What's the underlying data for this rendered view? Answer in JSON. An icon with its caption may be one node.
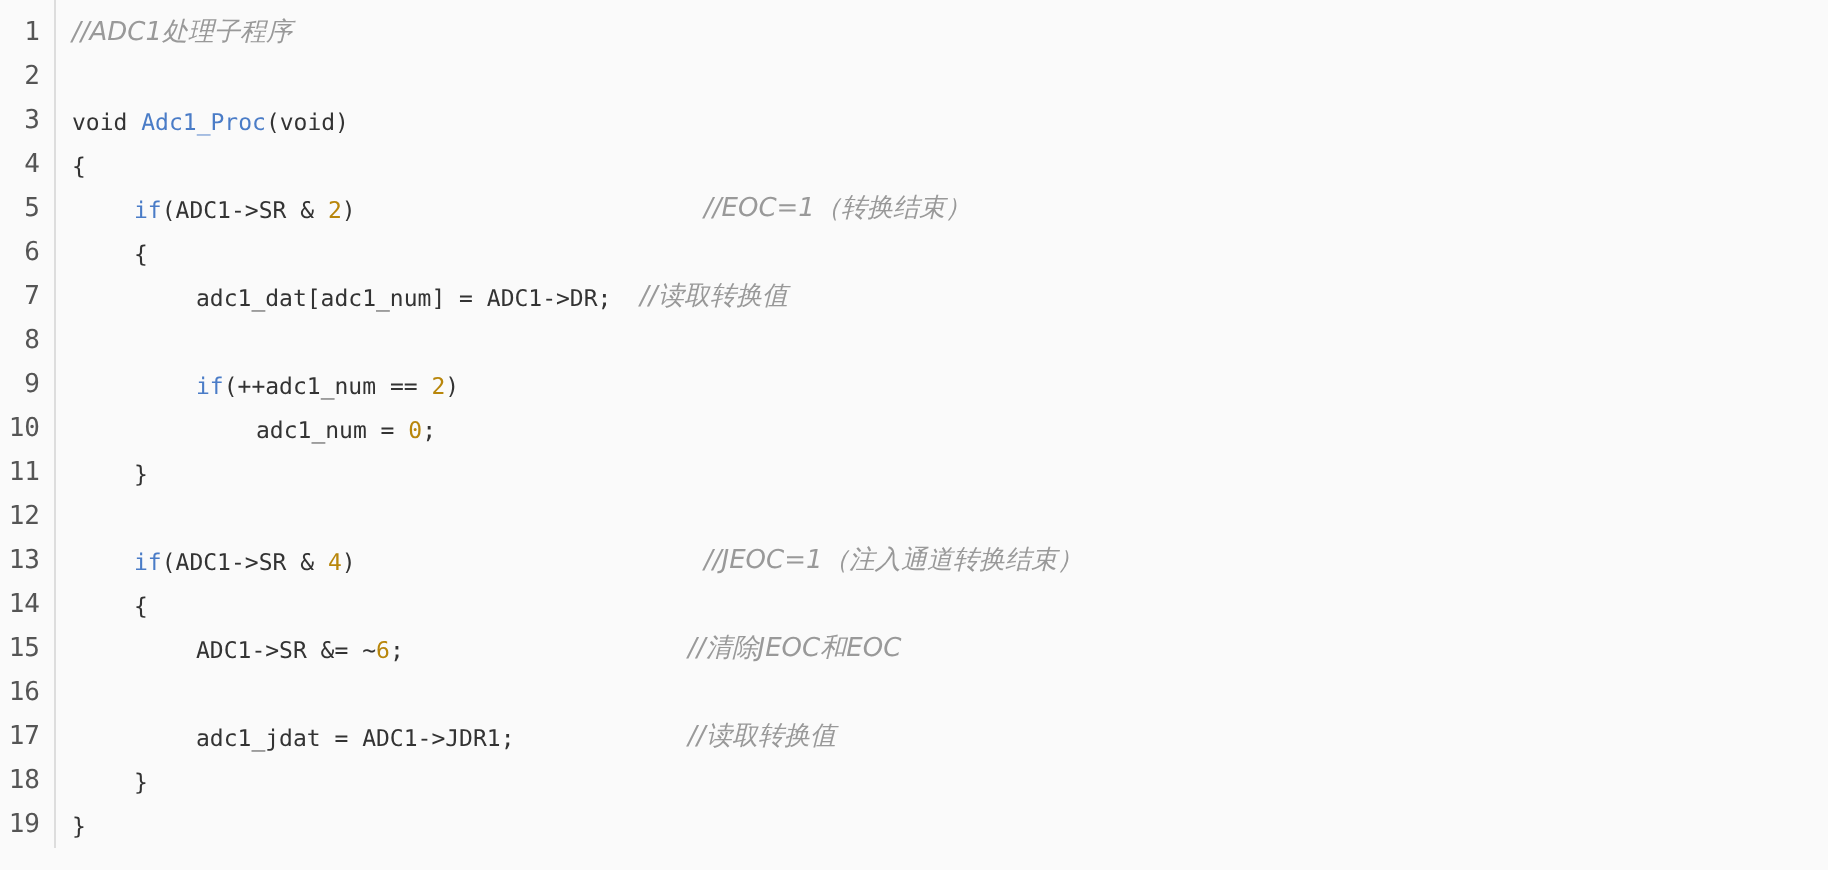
{
  "diagram": {
    "labels": [
      "1",
      "//ADC1处理子程序",
      "2",
      "3",
      "void Adc1_Proc(void)",
      "4",
      "{",
      "5",
      "if(ADC1->SR & 2)",
      "//EOC=1（转换结束）",
      "6",
      "{",
      "7",
      "adc1_dat[adc1_num] = ADC1->DR;",
      "//读取转换值",
      "8",
      "9",
      "if(++adc1_num == 2)",
      "10",
      "adc1_num = 0;",
      "11",
      "}",
      "12",
      "13",
      "if(ADC1->SR & 4)",
      "//JEOC=1（注入通道转换结束）",
      "14",
      "{",
      "15",
      "ADC1->SR &= ~6;",
      "//清除JEOC和EOC",
      "16",
      "17",
      "adc1_jdat = ADC1->JDR1;",
      "//读取转换值",
      "18",
      "}",
      "19",
      "}"
    ]
  }
}
